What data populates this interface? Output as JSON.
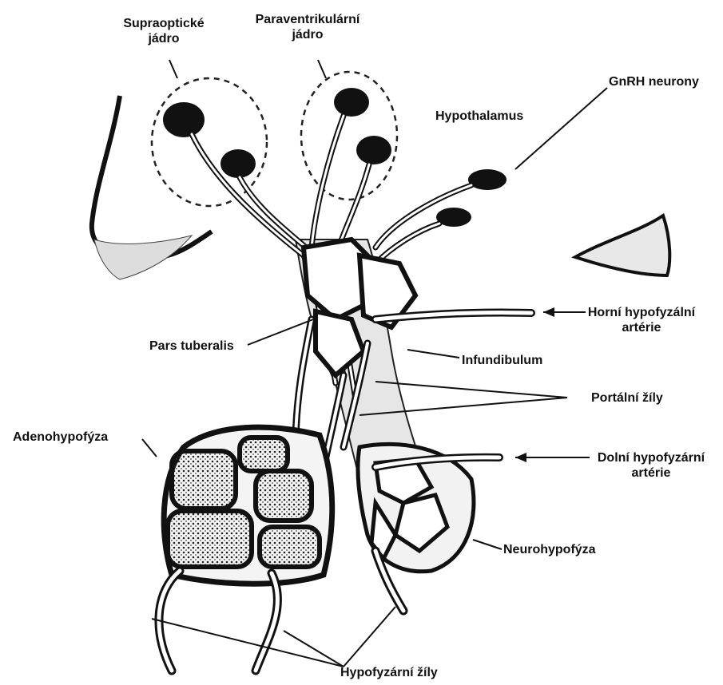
{
  "labels": {
    "supraoptic_line1": "Supraoptické",
    "supraoptic_line2": "jádro",
    "paraventricular_line1": "Paraventrikulární",
    "paraventricular_line2": "jádro",
    "hypothalamus": "Hypothalamus",
    "gnrh": "GnRH neurony",
    "pars_tuberalis": "Pars tuberalis",
    "upper_artery_line1": "Horní hypofyzální",
    "upper_artery_line2": "artérie",
    "infundibulum": "Infundibulum",
    "portal_veins": "Portální žíly",
    "adenohypophysis": "Adenohypofýza",
    "lower_artery_line1": "Dolní hypofyzární",
    "lower_artery_line2": "artérie",
    "neurohypophysis": "Neurohypofýza",
    "hypophyseal_veins": "Hypofyzární žíly"
  }
}
